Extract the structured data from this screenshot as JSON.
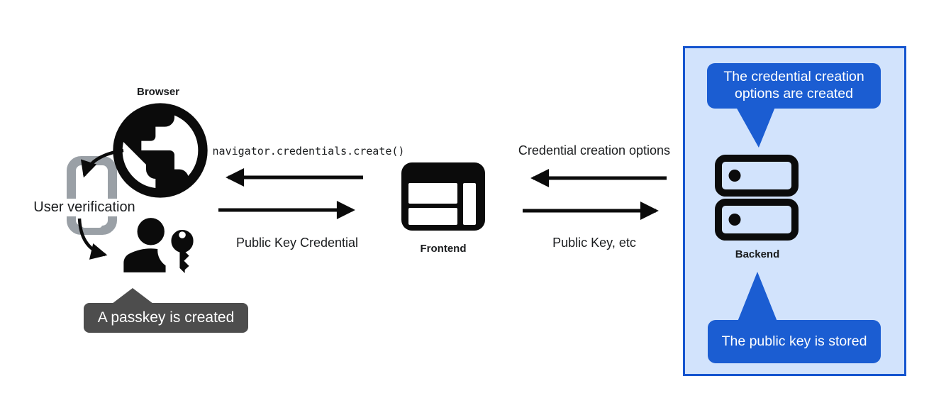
{
  "diagram": {
    "left": {
      "browser_label": "Browser",
      "user_verification_label": "User verification",
      "passkey_tooltip": "A passkey is created"
    },
    "center": {
      "api_call_label": "navigator.credentials.create()",
      "credential_label": "Public Key Credential",
      "frontend_label": "Frontend"
    },
    "right": {
      "options_label": "Credential creation options",
      "public_key_label": "Public Key, etc",
      "backend_label": "Backend",
      "bubble_top": "The credential creation options are created",
      "bubble_bottom": "The public key is stored"
    },
    "icons": {
      "browser": "globe-icon",
      "device": "smartphone-icon",
      "user": "person-with-key-icon",
      "frontend": "browser-window-icon",
      "backend": "server-stack-icon"
    },
    "colors": {
      "panel_background": "#d2e3fc",
      "panel_border": "#1555cf",
      "bubble_blue": "#1b5dd2",
      "tooltip_gray": "#4d4d4d",
      "phone_gray": "#9aa0a6",
      "arrow_black": "#0b0b0b",
      "page_background": "#ffffff"
    }
  }
}
